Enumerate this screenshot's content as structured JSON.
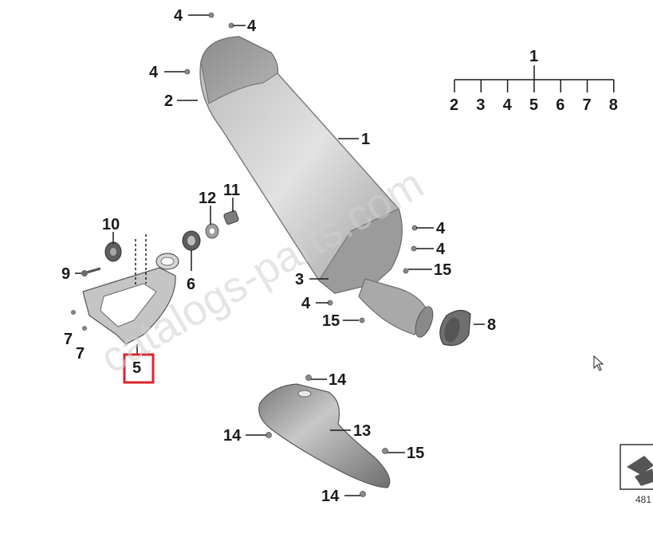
{
  "callouts": {
    "c4_top_a": "4",
    "c4_top_b": "4",
    "c4_left": "4",
    "c2": "2",
    "c1": "1",
    "c12": "12",
    "c11": "11",
    "c10": "10",
    "c9": "9",
    "c6": "6",
    "c3": "3",
    "c4_mid_a": "4",
    "c4_mid_b": "4",
    "c15_mid": "15",
    "c4_lower": "4",
    "c15_lower": "15",
    "c8": "8",
    "c7_a": "7",
    "c7_b": "7",
    "c5": "5",
    "c14_top": "14",
    "c13": "13",
    "c14_left": "14",
    "c15_bottom": "15",
    "c14_bottom": "14"
  },
  "tree": {
    "root": "1",
    "children": [
      "2",
      "3",
      "4",
      "5",
      "6",
      "7",
      "8"
    ]
  },
  "watermark": "catalogs-parts.com",
  "ref_code": "481",
  "highlight_color": "#d9262c"
}
